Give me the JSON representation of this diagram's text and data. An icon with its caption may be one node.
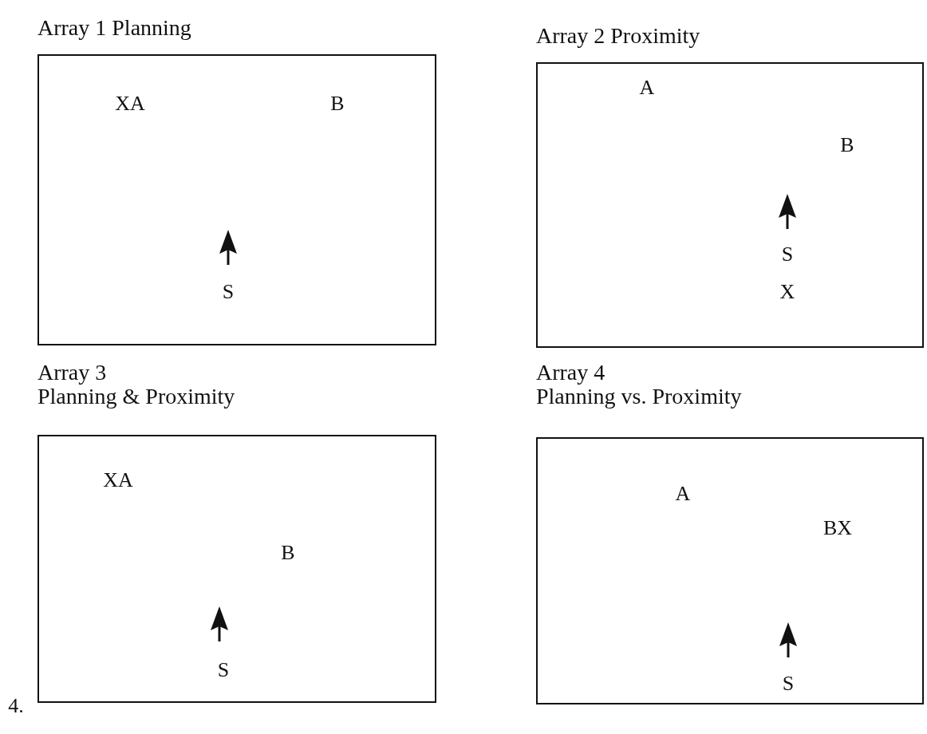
{
  "diagram": {
    "nodes": [
      {
        "text": [
          "Array 1 Planning"
        ]
      },
      {
        "text": [
          "Array 2 Proximity"
        ]
      },
      {
        "text": [
          "Array 3",
          "Planning & Proximity"
        ]
      },
      {
        "text": [
          "Array 4",
          "Planning vs. Proximity"
        ]
      }
    ],
    "labels": [
      "XA",
      "B",
      "S",
      "A",
      "B",
      "S",
      "X",
      "XA",
      "B",
      "S",
      "A",
      "BX",
      "S",
      "4."
    ]
  }
}
